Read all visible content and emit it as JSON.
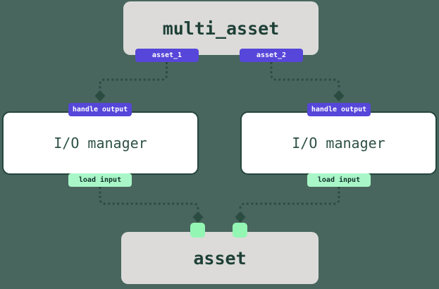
{
  "diagram": {
    "top_node": {
      "label": "multi_asset",
      "output_tags": [
        {
          "label": "asset_1"
        },
        {
          "label": "asset_2"
        }
      ]
    },
    "io_managers": [
      {
        "label": "I/O manager",
        "top_tag": "handle output",
        "bottom_tag": "load input"
      },
      {
        "label": "I/O manager",
        "top_tag": "handle output",
        "bottom_tag": "load input"
      }
    ],
    "bottom_node": {
      "label": "asset"
    },
    "colors": {
      "background": "#48665e",
      "node_gray": "#dcdbd9",
      "node_white": "#ffffff",
      "node_border": "#24463c",
      "tag_purple": "#5646d9",
      "tag_mint": "#a9f6c8",
      "square_green": "#93f6b3",
      "edge": "#2b4c41",
      "text_dark_green": "#1e4037"
    }
  }
}
